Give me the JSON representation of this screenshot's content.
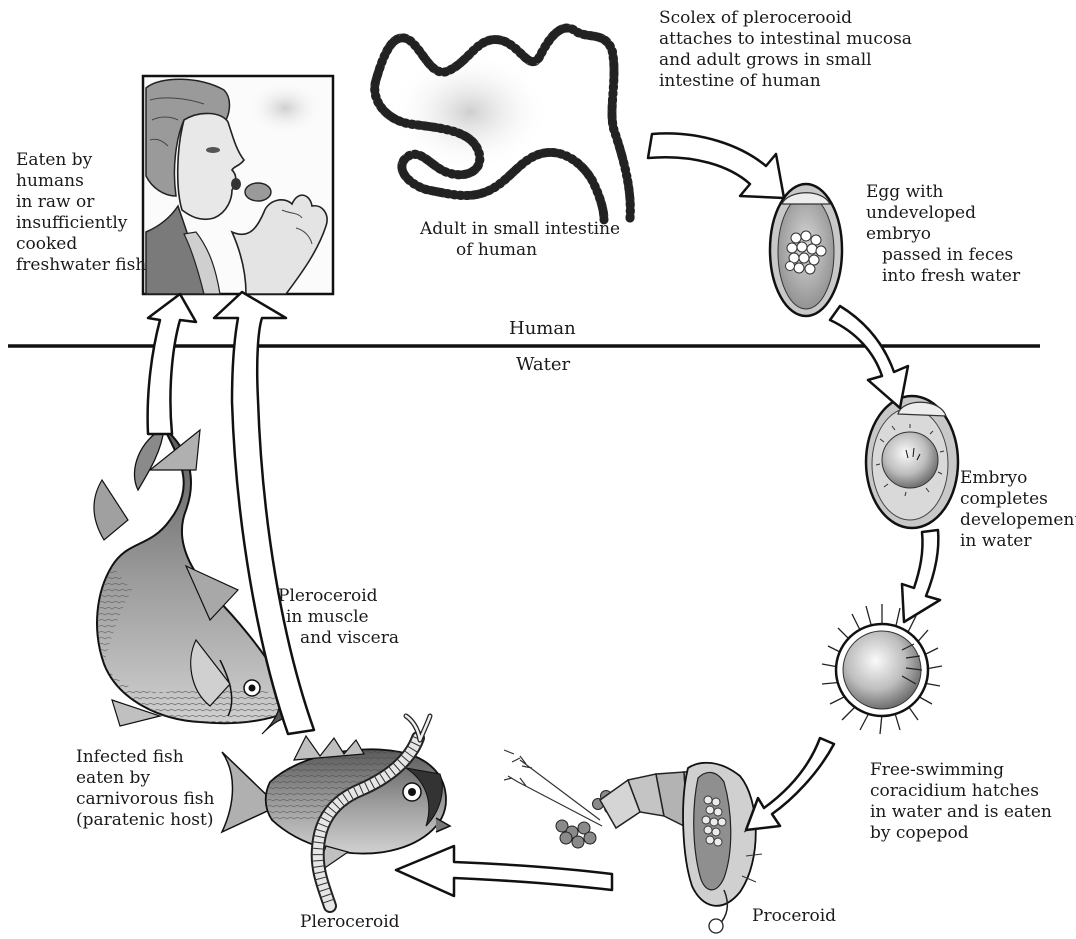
{
  "zones": {
    "top": "Human",
    "bottom": "Water"
  },
  "labels": {
    "scolex": [
      "Scolex of plerocerooid",
      "attaches to intestinal mucosa",
      "and adult grows in small",
      "intestine of human"
    ],
    "adult": [
      "Adult in small intestine",
      "of human"
    ],
    "egg": [
      "Egg with",
      "undeveloped",
      "embryo",
      "passed in feces",
      "into fresh water"
    ],
    "embryo": [
      "Embryo",
      "completes",
      "developement",
      "in water"
    ],
    "coracidium": [
      "Free-swimming",
      "coracidium hatches",
      "in water and is eaten",
      "by copepod"
    ],
    "proceroid": [
      "Proceroid"
    ],
    "plerocercoid_bottom": [
      "Pleroceroid"
    ],
    "infected_fish": [
      "Infected fish",
      "eaten by",
      "carnivorous fish",
      "(paratenic host)"
    ],
    "muscle": [
      "Pleroceroid",
      "in muscle",
      "and viscera"
    ],
    "eaten_by_humans": [
      "Eaten by",
      "humans",
      "in raw or",
      "insufficiently",
      "cooked",
      "freshwater fish"
    ]
  },
  "icons": [
    "human-eating-fish-icon",
    "tapeworm-icon",
    "egg-icon",
    "embryonated-egg-icon",
    "coracidium-icon",
    "copepod-icon",
    "fish-icon",
    "perch-icon",
    "cycle-arrow-icon"
  ],
  "colors": {
    "ink": "#1a1a1a",
    "fill_light": "#e6e6e6",
    "fill_mid": "#b5b5b5",
    "fill_dark": "#6a6a6a"
  }
}
